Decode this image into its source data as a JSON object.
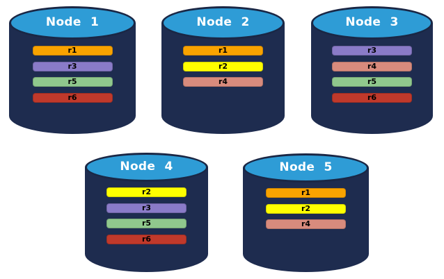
{
  "colors": {
    "background": "#FFFFFF",
    "cylinder_body": "#1E2C4F",
    "cylinder_top": "#2E9CD6",
    "cylinder_outline": "#1A2745",
    "node_label_text": "#FFFFFF",
    "bar_text": "#000000"
  },
  "replica_colors": {
    "r1": "#F9A300",
    "r2": "#FFFF00",
    "r3": "#8A7BC8",
    "r4": "#D88B7D",
    "r5": "#90C88D",
    "r6": "#C0392B"
  },
  "nodes": [
    {
      "label": "Node 1",
      "replicas": [
        "r1",
        "r3",
        "r5",
        "r6"
      ]
    },
    {
      "label": "Node 2",
      "replicas": [
        "r1",
        "r2",
        "r4"
      ]
    },
    {
      "label": "Node 3",
      "replicas": [
        "r3",
        "r4",
        "r5",
        "r6"
      ]
    },
    {
      "label": "Node 4",
      "replicas": [
        "r2",
        "r3",
        "r5",
        "r6"
      ]
    },
    {
      "label": "Node 5",
      "replicas": [
        "r1",
        "r2",
        "r4"
      ]
    }
  ]
}
